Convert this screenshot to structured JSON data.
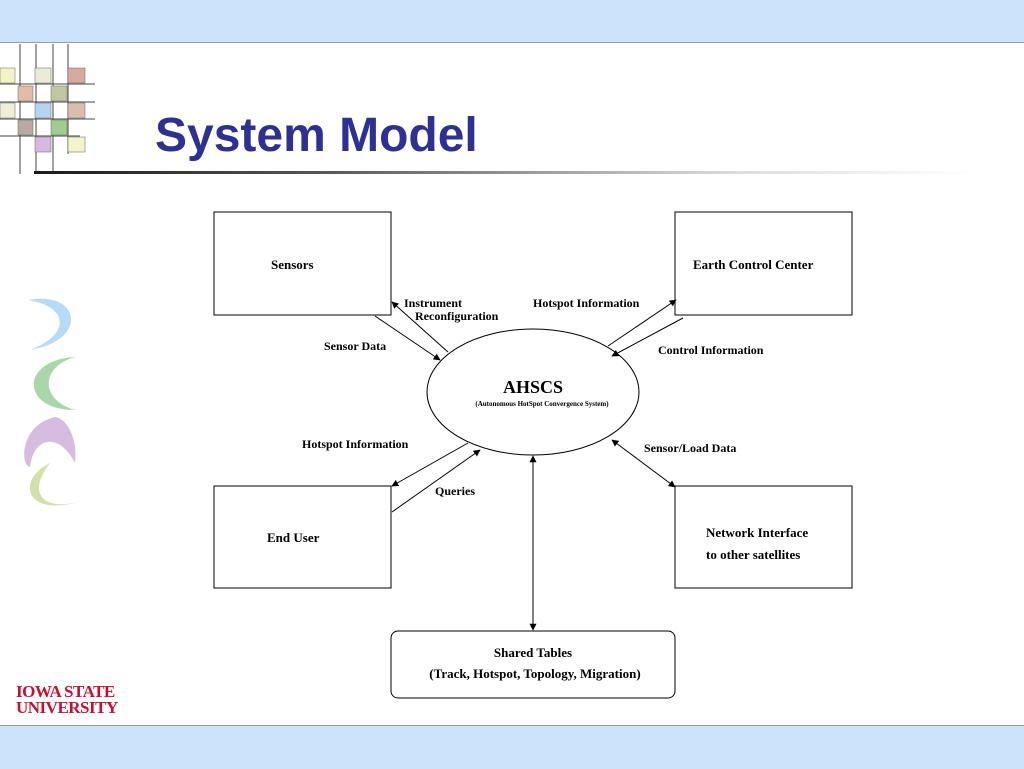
{
  "slide": {
    "title": "System Model",
    "logo_line1": "Iowa State",
    "logo_line2": "University"
  },
  "colors": {
    "title": "#2e3192",
    "band": "#cce4fb",
    "logo": "#c8102e"
  },
  "diagram": {
    "nodes": {
      "sensors": "Sensors",
      "earth_control_center": "Earth Control Center",
      "end_user": "End User",
      "network_interface_line1": "Network Interface",
      "network_interface_line2": "to other satellites",
      "shared_tables_line1": "Shared Tables",
      "shared_tables_line2": "(Track, Hotspot, Topology, Migration)",
      "ahscs_title": "AHSCS",
      "ahscs_subtitle": "(Autonomous HotSpot Convergence System)"
    },
    "edges": {
      "instrument_line1": "Instrument",
      "instrument_line2": "Reconfiguration",
      "sensor_data": "Sensor Data",
      "hotspot_info_top": "Hotspot Information",
      "control_information": "Control Information",
      "hotspot_info_left": "Hotspot Information",
      "queries": "Queries",
      "sensor_load_data": "Sensor/Load Data"
    }
  }
}
